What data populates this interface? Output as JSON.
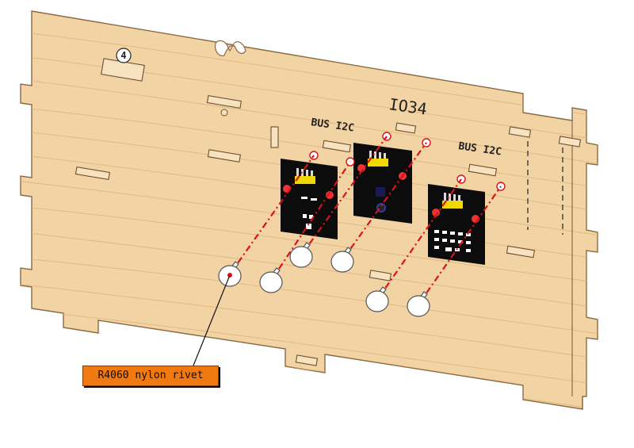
{
  "board": {
    "id_label": "IO34",
    "bus_left": "BUS I2C",
    "bus_right": "BUS I2C",
    "hole_number": "4"
  },
  "callout": {
    "text": "R4060 nylon rivet"
  },
  "colors": {
    "wood": "#f2d3a4",
    "wood_grain": "#e2b67c",
    "wood_edge": "#8a6a44",
    "module": "#0c0c0c",
    "dash": "#d8121c",
    "callout": "#f07a10"
  }
}
